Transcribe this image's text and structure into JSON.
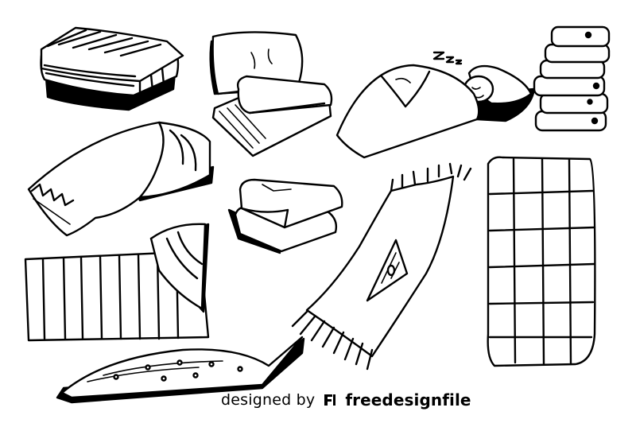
{
  "scene": {
    "description_items": [
      "folded-striped-blankets",
      "pillow-and-folded-blanket",
      "sleeping-person-under-blanket",
      "stack-of-blankets",
      "draped-blanket",
      "folded-towels-stack",
      "striped-mat-with-fold",
      "fringed-rug",
      "quilted-grid-blanket",
      "tufted-curved-mat"
    ],
    "sleep_mark": "zzz"
  },
  "watermark": {
    "prefix": "designed by",
    "brand": "freedesignfile",
    "logo_icon": "freedesignfile-logo-icon"
  },
  "colors": {
    "ink": "#000000",
    "paper": "#ffffff"
  }
}
